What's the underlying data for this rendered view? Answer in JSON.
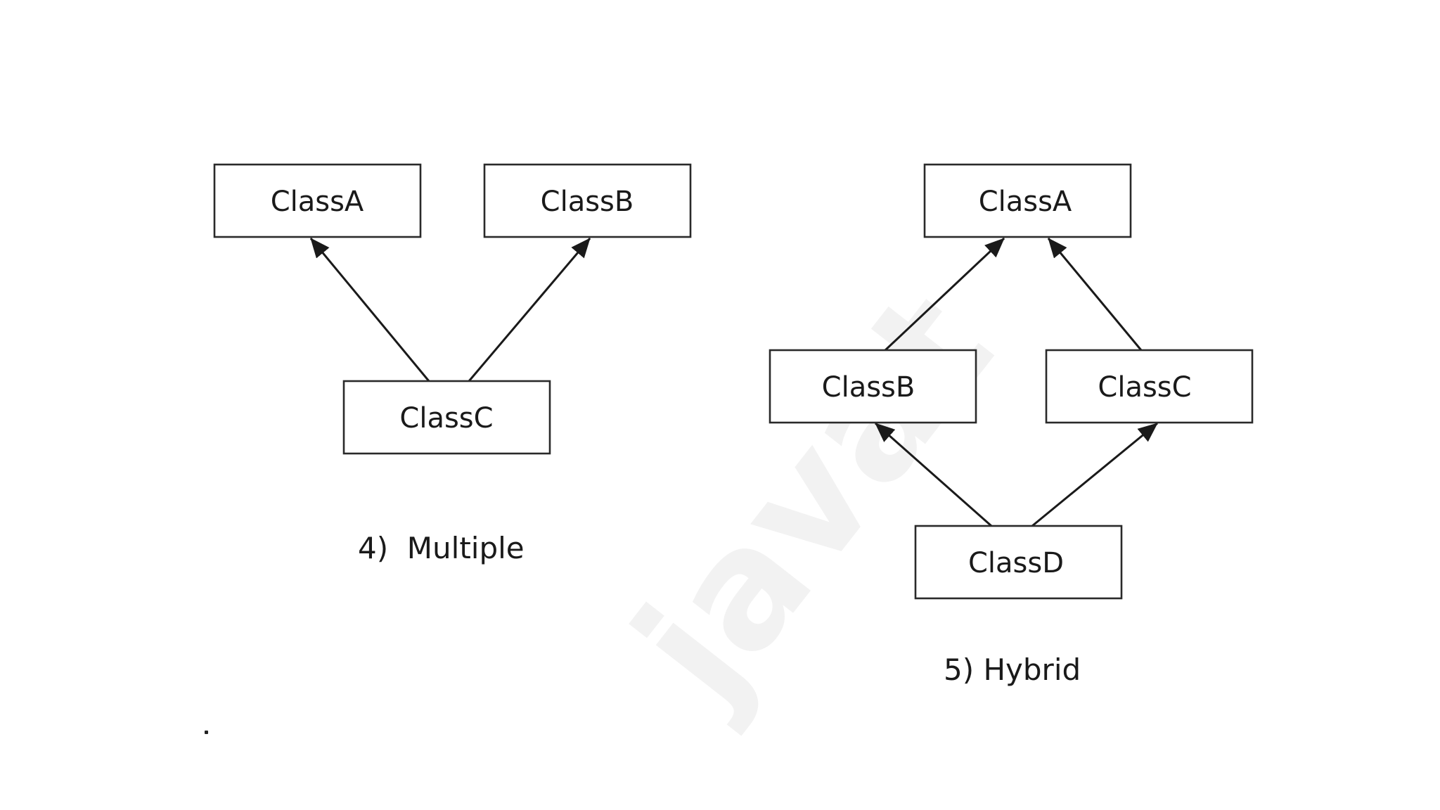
{
  "watermark": {
    "text": "javat"
  },
  "diagrams": [
    {
      "id": "multiple",
      "caption": "4)  Multiple",
      "nodes": {
        "a": "ClassA",
        "b": "ClassB",
        "c": "ClassC"
      },
      "edges": [
        {
          "from": "c",
          "to": "a"
        },
        {
          "from": "c",
          "to": "b"
        }
      ]
    },
    {
      "id": "hybrid",
      "caption": "5) Hybrid",
      "nodes": {
        "a": "ClassA",
        "b": "ClassB",
        "c": "ClassC",
        "d": "ClassD"
      },
      "edges": [
        {
          "from": "b",
          "to": "a"
        },
        {
          "from": "c",
          "to": "a"
        },
        {
          "from": "d",
          "to": "b"
        },
        {
          "from": "d",
          "to": "c"
        }
      ]
    }
  ],
  "colors": {
    "stroke": "#2a2a2a",
    "text": "#1a1a1a",
    "background": "#ffffff",
    "watermark": "#f2f2f2"
  }
}
